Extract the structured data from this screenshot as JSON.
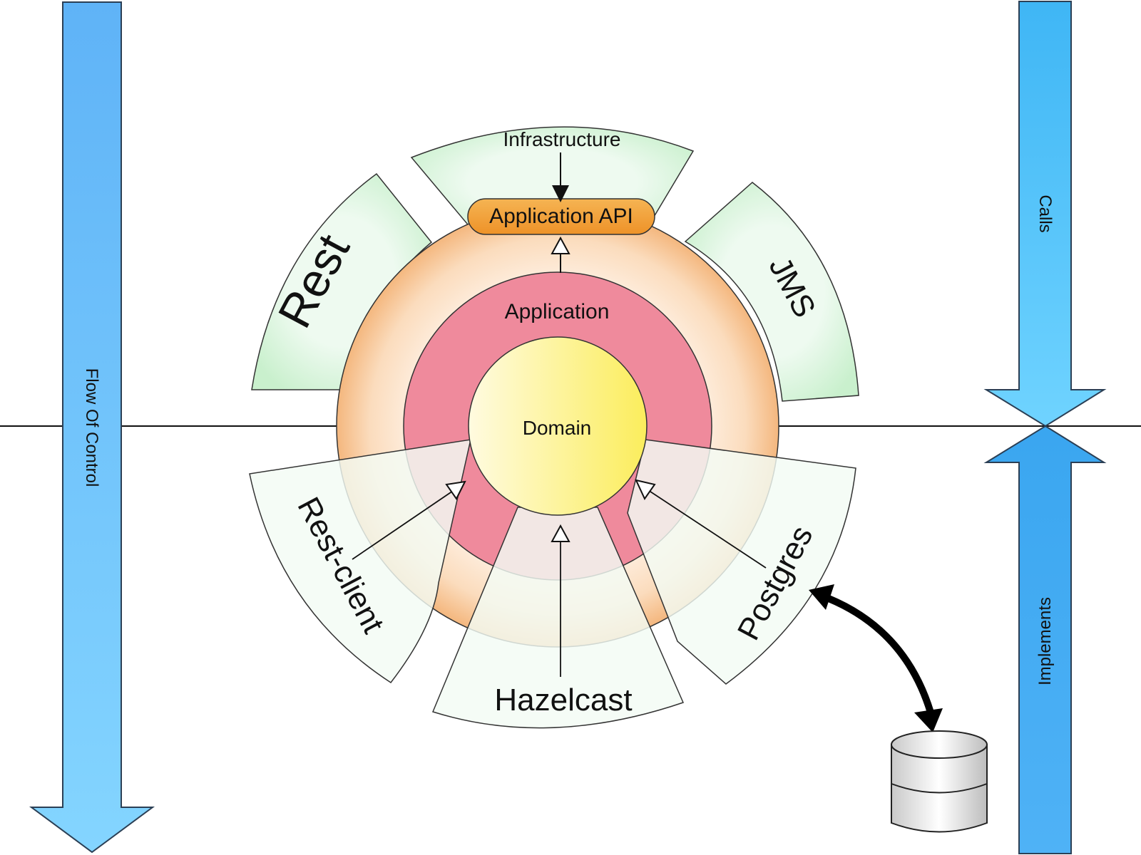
{
  "diagram": {
    "flow_arrow_label": "Flow Of Control",
    "calls_label": "Calls",
    "implements_label": "Implements",
    "layers": {
      "infrastructure": "Infrastructure",
      "application_api": "Application API",
      "application": "Application",
      "domain": "Domain"
    },
    "adapters": {
      "rest": "Rest",
      "jms": "JMS",
      "rest_client": "Rest-client",
      "hazelcast": "Hazelcast",
      "postgres": "Postgres"
    },
    "colors": {
      "arrow_blue": "#6cc3fb",
      "adapter_green": "#d7f5da",
      "infrastructure_orange": "#f7c28d",
      "application_pink": "#ef8a9c",
      "domain_yellow": "#fbf08a",
      "api_orange": "#f2a23b"
    }
  }
}
